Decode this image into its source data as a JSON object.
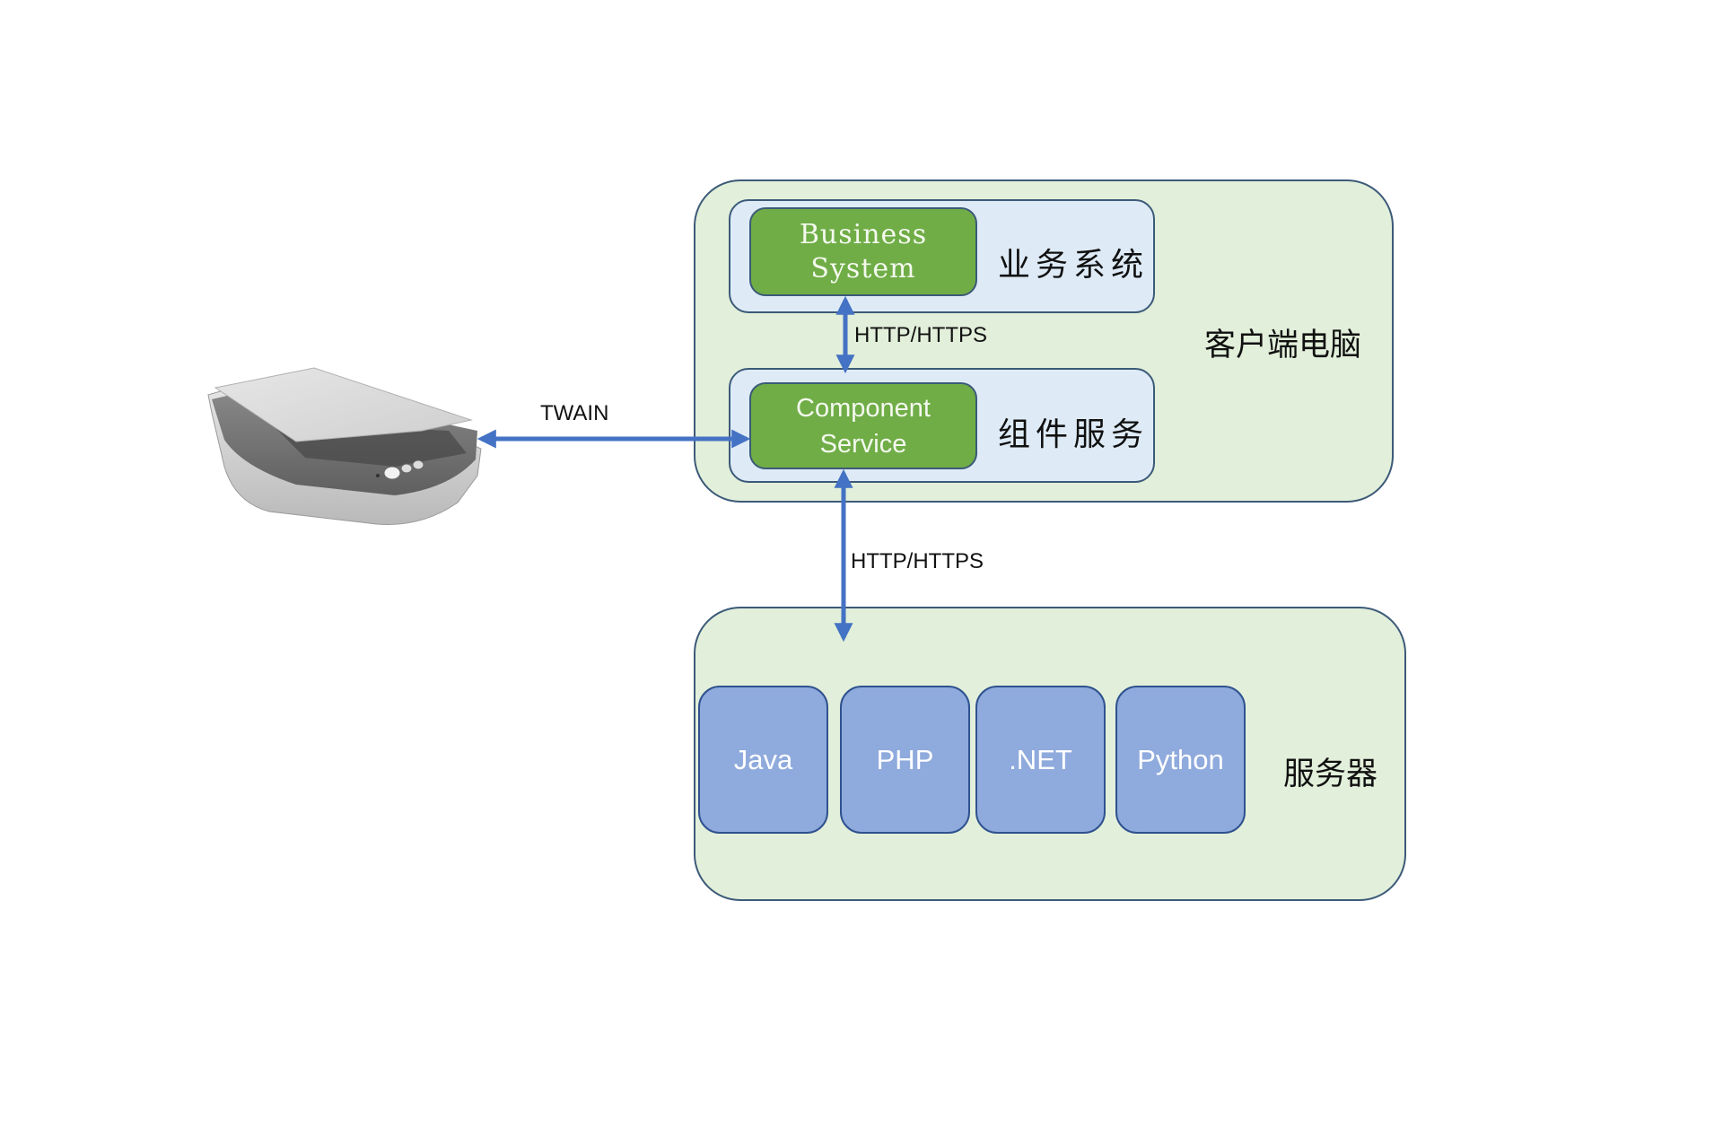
{
  "diagram": {
    "client": {
      "label": "客户端电脑",
      "business_system": {
        "label_en": "Business System",
        "label_cn": "业务系统"
      },
      "component_service": {
        "label_en": "Component Service",
        "label_cn": "组件服务"
      }
    },
    "server": {
      "label": "服务器",
      "languages": [
        "Java",
        "PHP",
        ".NET",
        "Python"
      ]
    },
    "scanner": {
      "name": "scanner-device"
    },
    "edges": [
      {
        "from": "business_system",
        "to": "component_service",
        "label": "HTTP/HTTPS",
        "direction": "bidirectional"
      },
      {
        "from": "component_service",
        "to": "server",
        "label": "HTTP/HTTPS",
        "direction": "bidirectional"
      },
      {
        "from": "scanner",
        "to": "component_service",
        "label": "TWAIN",
        "direction": "bidirectional"
      }
    ],
    "colors": {
      "group_fill": "#E2EFDA",
      "layer_fill": "#DEEBF7",
      "component_fill": "#70AD47",
      "language_fill": "#8FAADC",
      "arrow": "#4472C4",
      "border": "#3C5A78"
    }
  }
}
